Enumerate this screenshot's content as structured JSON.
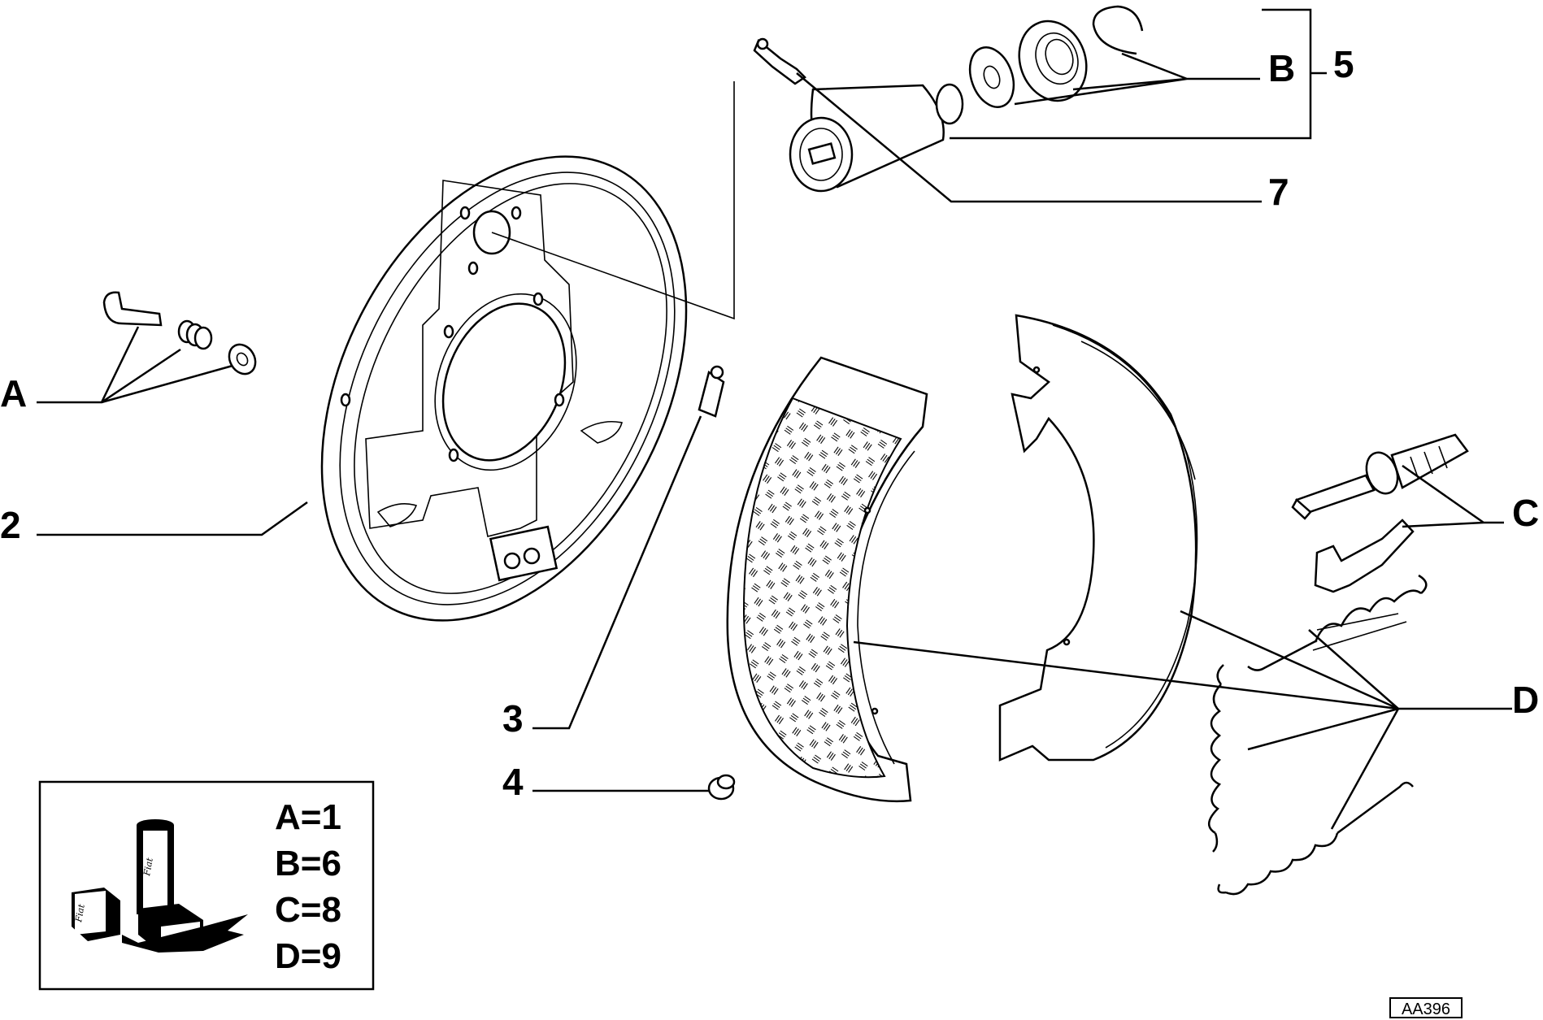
{
  "callouts": {
    "A": "A",
    "B": "B",
    "C": "C",
    "D": "D",
    "n2": "2",
    "n3": "3",
    "n4": "4",
    "n5": "5",
    "n7": "7"
  },
  "legend": {
    "rows": [
      "A=1",
      "B=6",
      "C=8",
      "D=9"
    ],
    "brand": "Fiat"
  },
  "drawing_code": "AA396"
}
